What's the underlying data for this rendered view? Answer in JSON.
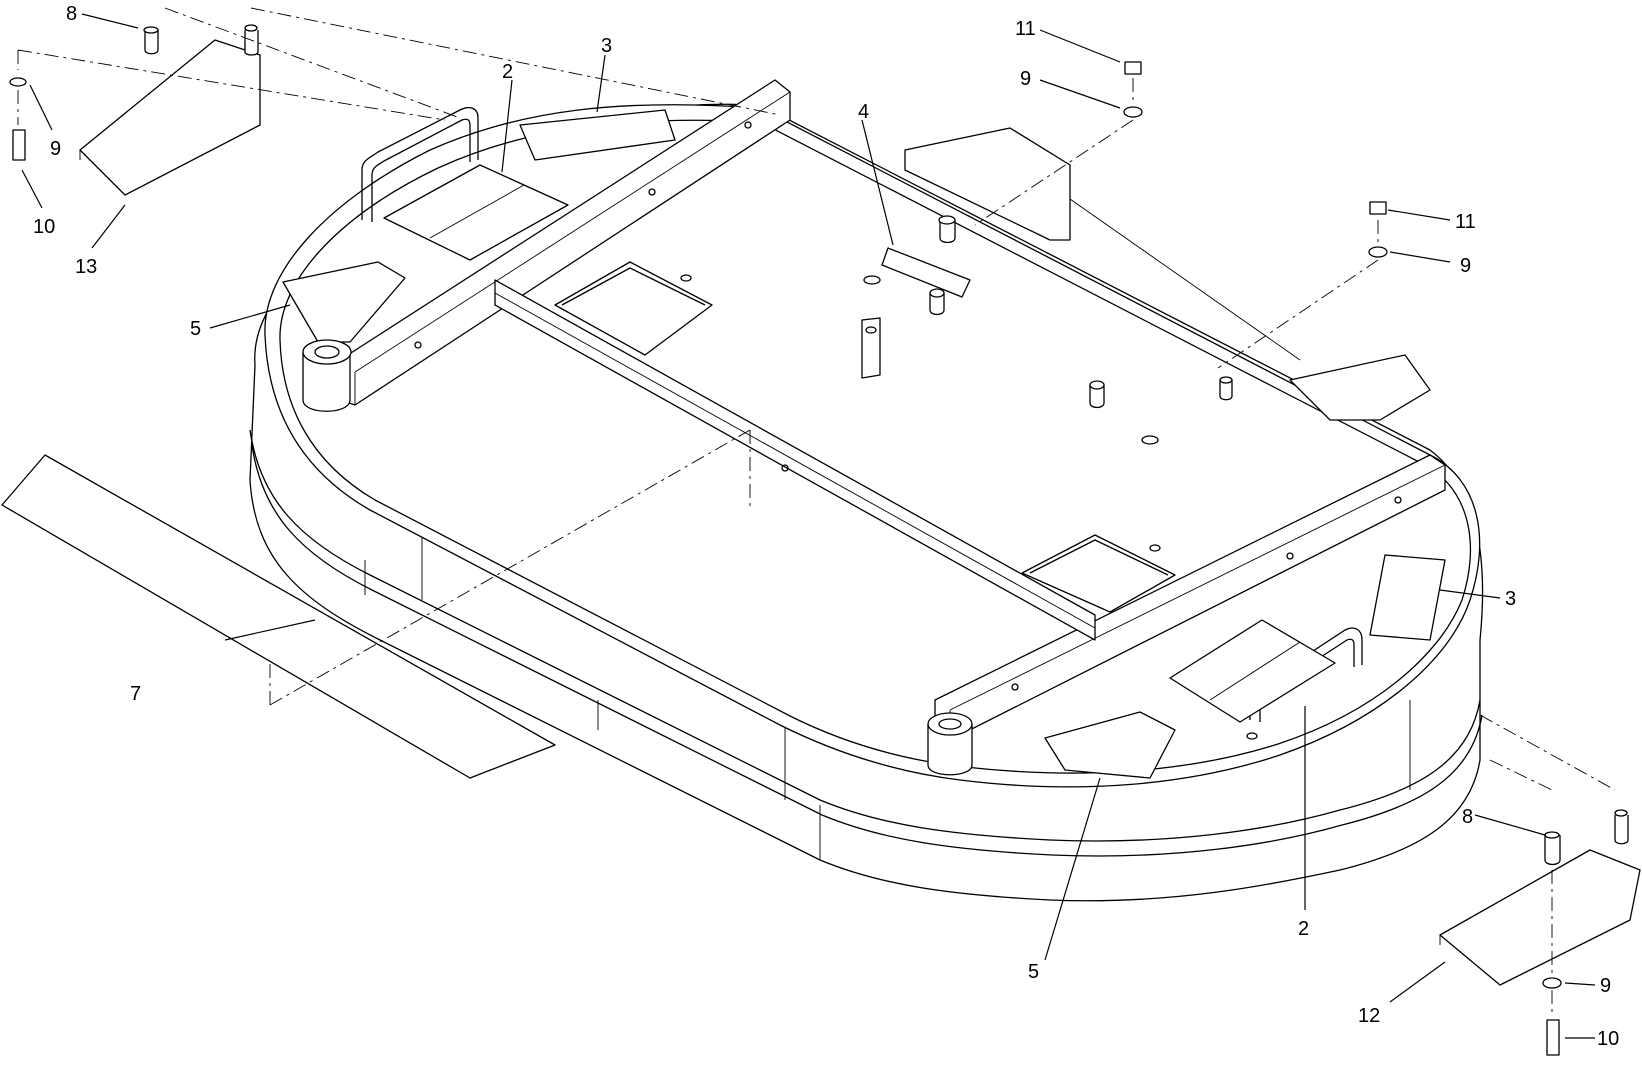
{
  "callouts": {
    "c1": "8",
    "c2": "9",
    "c3": "10",
    "c4": "13",
    "c5": "2",
    "c6": "3",
    "c7": "4",
    "c8": "11",
    "c9": "9",
    "c10": "11",
    "c11": "9",
    "c12": "5",
    "c13": "7",
    "c14": "3",
    "c15": "2",
    "c16": "5",
    "c17": "8",
    "c18": "12",
    "c19": "9",
    "c20": "10"
  }
}
